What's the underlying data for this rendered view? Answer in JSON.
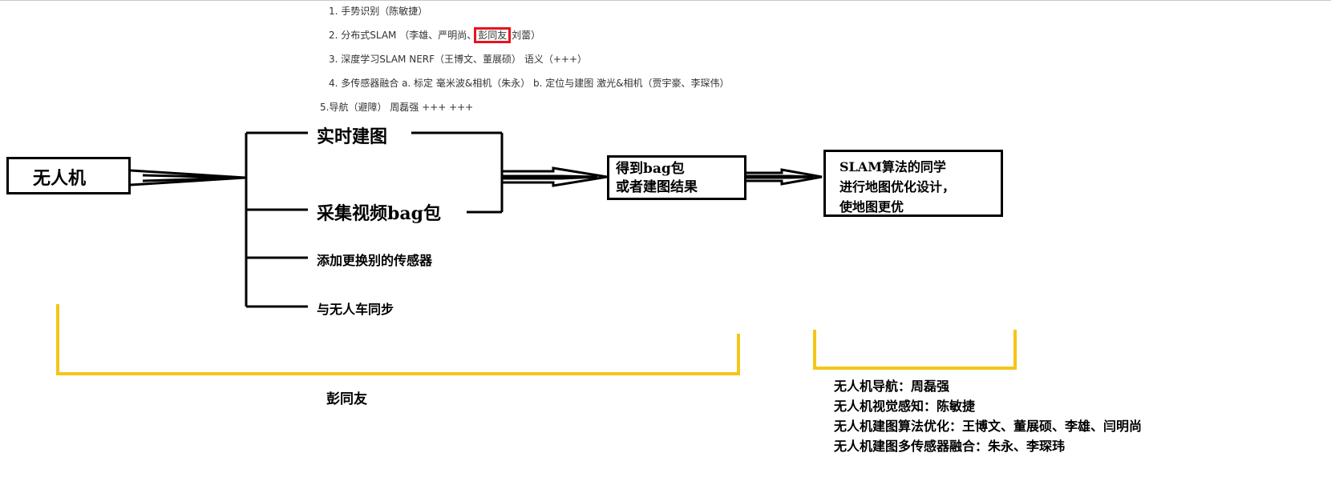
{
  "notes": {
    "n1": "1. 手势识别（陈敏捷）",
    "n2_pre": "2. 分布式SLAM （李雄、严明尚、",
    "n2_hl": "彭同友",
    "n2_post": " 刘蕾）",
    "n3": "3. 深度学习SLAM NERF（王博文、董展硕） 语义（+++）",
    "n4": "4. 多传感器融合 a. 标定 毫米波&相机（朱永） b. 定位与建图 激光&相机（贾宇豪、李琛伟）",
    "n5": "5.导航（避障） 周磊强 +++ +++"
  },
  "diagram": {
    "root": "无人机",
    "branches": [
      "实时建图",
      "采集视频bag包",
      "添加更换别的传感器",
      "与无人车同步"
    ],
    "result_line1": "得到bag包",
    "result_line2": "或者建图结果",
    "final_line1": "SLAM算法的同学",
    "final_line2": "进行地图优化设计，",
    "final_line3": "使地图更优"
  },
  "left_group_label": "彭同友",
  "roles": [
    "无人机导航：周磊强",
    "无人机视觉感知：陈敏捷",
    "无人机建图算法优化：王博文、董展硕、李雄、闫明尚",
    "无人机建图多传感器融合：朱永、李琛玮"
  ],
  "colors": {
    "bracket": "#f5c518",
    "highlight": "#e8131c"
  }
}
